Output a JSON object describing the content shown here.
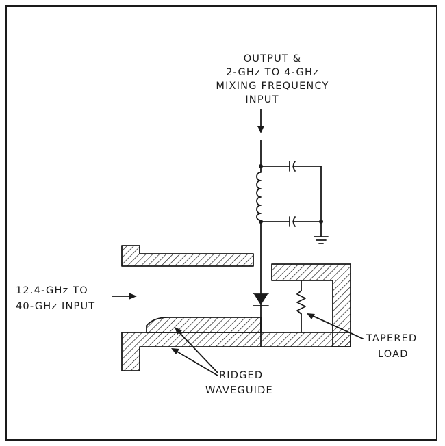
{
  "labels": {
    "output_line1": "OUTPUT &",
    "output_line2": "2-GHz TO 4-GHz",
    "output_line3": "MIXING FREQUENCY",
    "output_line4": "INPUT",
    "input_line1": "12.4-GHz TO",
    "input_line2": "40-GHz INPUT",
    "load_line1": "TAPERED",
    "load_line2": "LOAD",
    "guide_line1": "RIDGED",
    "guide_line2": "WAVEGUIDE"
  },
  "colors": {
    "ink": "#1a1a1a",
    "paper": "#ffffff"
  },
  "icons": [
    "inductor-icon",
    "capacitor-icon",
    "ground-icon",
    "diode-icon",
    "resistor-icon",
    "arrow-icon"
  ]
}
